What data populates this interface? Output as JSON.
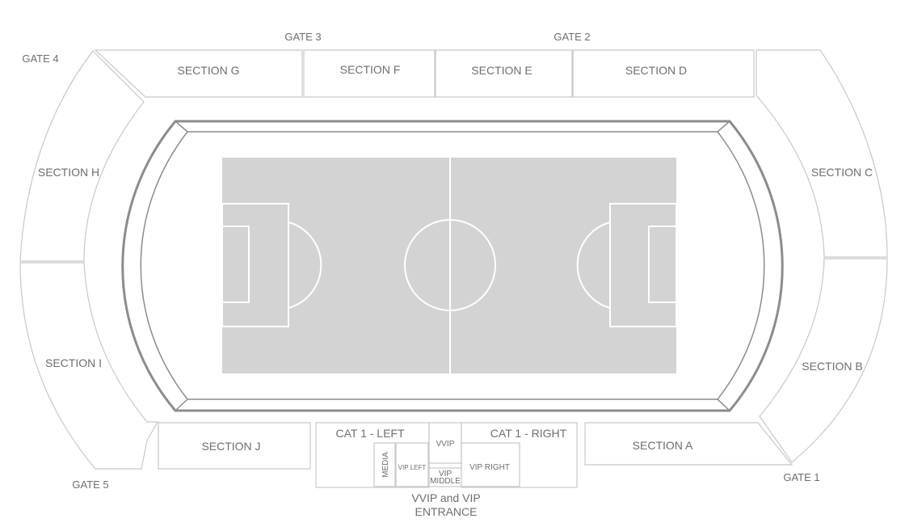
{
  "gates": {
    "gate1": "GATE 1",
    "gate2": "GATE 2",
    "gate3": "GATE 3",
    "gate4": "GATE 4",
    "gate5": "GATE 5"
  },
  "sections": {
    "a": "SECTION A",
    "b": "SECTION B",
    "c": "SECTION C",
    "d": "SECTION D",
    "e": "SECTION E",
    "f": "SECTION F",
    "g": "SECTION G",
    "h": "SECTION H",
    "i": "SECTION I",
    "j": "SECTION J"
  },
  "vip_area": {
    "cat1_left": "CAT 1 - LEFT",
    "cat1_right": "CAT 1 - RIGHT",
    "vvip": "VVIP",
    "media": "MEDIA",
    "vip_left": "VIP LEFT",
    "vip_middle_line1": "VIP",
    "vip_middle_line2": "MIDDLE",
    "vip_right": "VIP RIGHT",
    "entrance_line1": "VVIP and VIP",
    "entrance_line2": "ENTRANCE"
  },
  "colors": {
    "pitch": "#d3d3d3",
    "pitch_lines": "#ffffff",
    "track": "#8c8c8c",
    "section_stroke": "#c8c8c8",
    "label": "#6e6e6e"
  }
}
